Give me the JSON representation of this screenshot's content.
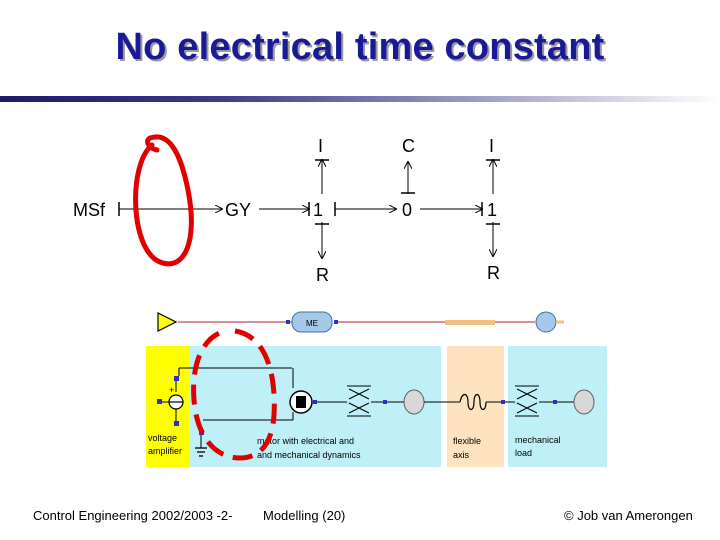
{
  "title": "No electrical time constant",
  "bond_graph": {
    "source": "MSf",
    "gyrator": "GY",
    "junction_1_left": "1",
    "junction_0": "0",
    "junction_1_right": "1",
    "inertia_left": "I",
    "capacitor": "C",
    "inertia_right": "I",
    "resistor_left": "R",
    "resistor_right": "R"
  },
  "iconic": {
    "me_label": "ME",
    "voltage_amplifier_line1": "voltage",
    "voltage_amplifier_line2": "amplifier",
    "motor_line1": "motor with electrical and",
    "motor_line2": "and mechanical dynamics",
    "flexible_line1": "flexible",
    "flexible_line2": "axis",
    "load_line1": "mechanical",
    "load_line2": "load"
  },
  "footer": {
    "left": "Control Engineering 2002/2003 -2-",
    "center": "Modelling  (20)",
    "right": "© Job van Amerongen"
  },
  "colors": {
    "title": "#1a1a99",
    "highlight_red": "#e00000",
    "panel_yellow": "#ffff00",
    "panel_cyan": "#bff0f8",
    "panel_peach": "#fde3c0"
  }
}
